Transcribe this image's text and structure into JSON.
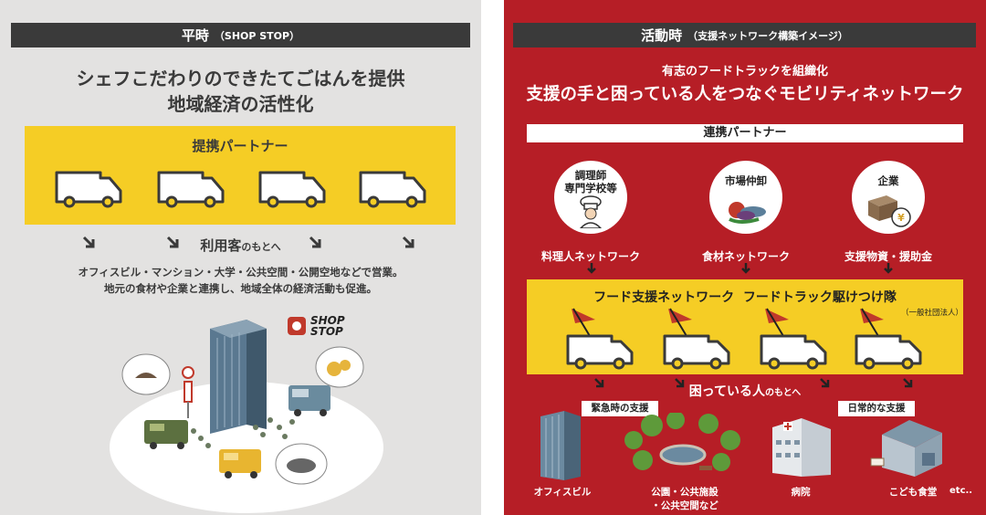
{
  "left": {
    "header_title": "平時",
    "header_sub": "（SHOP STOP）",
    "headline_1": "シェフこだわりのできたてごはんを提供",
    "headline_2": "地域経済の活性化",
    "partner_label": "提携パートナー",
    "customers_main": "利用客",
    "customers_suffix": "のもとへ",
    "body_1": "オフィスビル・マンション・大学・公共空間・公開空地などで営業。",
    "body_2": "地元の食材や企業と連携し、地域全体の経済活動も促進。",
    "logo_line1": "SHOP",
    "logo_line2": "STOP"
  },
  "right": {
    "header_title": "活動時",
    "header_sub": "（支援ネットワーク構築イメージ）",
    "headline_small": "有志のフードトラックを組織化",
    "headline_big": "支援の手と困っている人をつなぐモビリティネットワーク",
    "partner_label": "連携パートナー",
    "partners": [
      {
        "title_1": "調理師",
        "title_2": "専門学校等",
        "network": "料理人ネットワーク"
      },
      {
        "title_1": "市場仲卸",
        "title_2": "",
        "network": "食材ネットワーク"
      },
      {
        "title_1": "企業",
        "title_2": "",
        "network": "支援物資・援助金"
      }
    ],
    "network_title_1": "フード支援ネットワーク",
    "network_title_2": "フードトラック駆けつけ隊",
    "network_org": "（一般社団法人）",
    "people_main": "困っている人",
    "people_suffix": "のもとへ",
    "emergency_tag": "緊急時の支援",
    "daily_tag": "日常的な支援",
    "destinations": [
      "オフィスビル",
      "公園・公共施設",
      "・公共空間など",
      "病院",
      "こども食堂"
    ],
    "etc": "etc.."
  }
}
